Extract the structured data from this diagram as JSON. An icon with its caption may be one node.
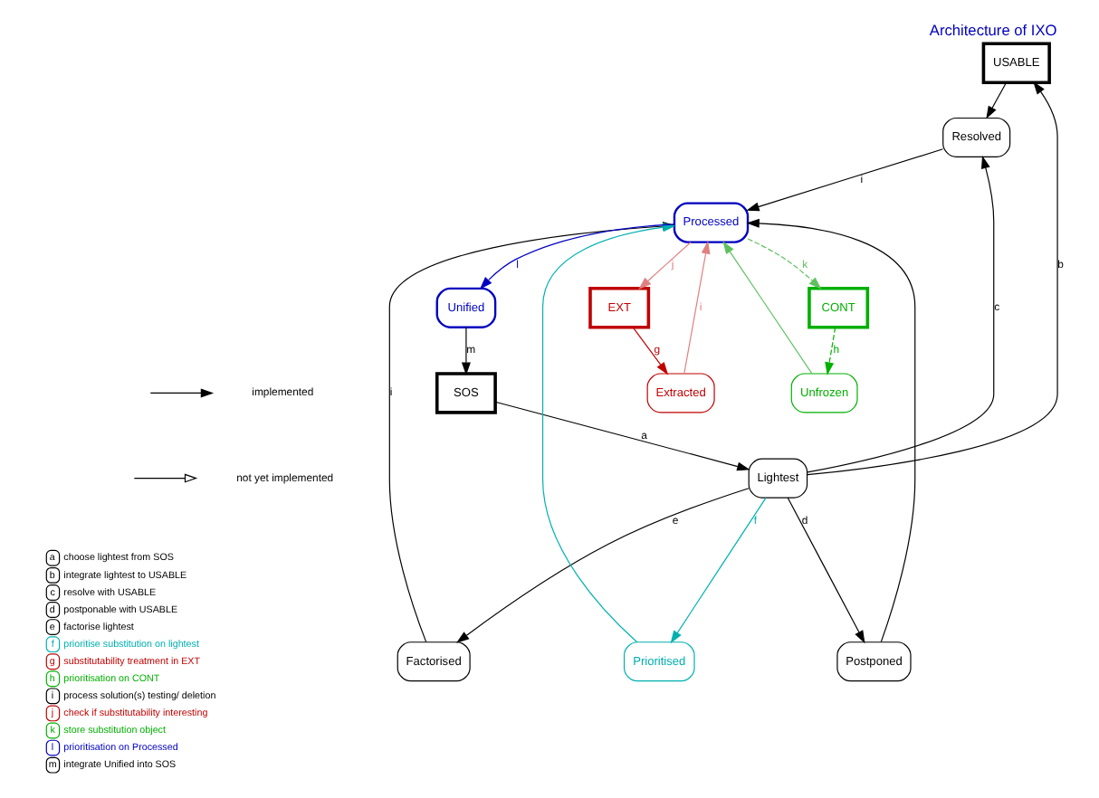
{
  "diagram": {
    "title": "Architecture of IXO",
    "nodes": [
      {
        "text": [
          "USABLE"
        ]
      },
      {
        "text": [
          "SOS"
        ]
      },
      {
        "text": [
          "Lightest"
        ]
      },
      {
        "text": [
          "Resolved"
        ]
      },
      {
        "text": [
          "Postponed"
        ]
      },
      {
        "text": [
          "Factorised"
        ]
      },
      {
        "text": [
          "Prioritised"
        ]
      },
      {
        "text": [
          "Processed"
        ]
      },
      {
        "text": [
          "Unified"
        ]
      },
      {
        "text": [
          "Extracted"
        ]
      },
      {
        "text": [
          "Unfrozen"
        ]
      },
      {
        "text": [
          "EXT"
        ]
      },
      {
        "text": [
          "CONT"
        ]
      }
    ],
    "edges": [
      {
        "from": 1,
        "to": 2,
        "arrow": "to",
        "label": "a"
      },
      {
        "from": 2,
        "to": 0,
        "arrow": "to",
        "label": "b"
      },
      {
        "from": 2,
        "to": 3,
        "arrow": "to",
        "label": "c"
      },
      {
        "from": 0,
        "to": 3,
        "arrow": "to"
      },
      {
        "from": 2,
        "to": 4,
        "arrow": "to",
        "label": "d"
      },
      {
        "from": 2,
        "to": 5,
        "arrow": "to",
        "label": "e"
      },
      {
        "from": 2,
        "to": 6,
        "arrow": "to",
        "label": "f",
        "color": "#00b0b0"
      },
      {
        "from": 3,
        "to": 7,
        "arrow": "to",
        "label": "i"
      },
      {
        "from": 4,
        "to": 7,
        "arrow": "to"
      },
      {
        "from": 5,
        "to": 7,
        "arrow": "to",
        "label": "i"
      },
      {
        "from": 6,
        "to": 7,
        "arrow": "to",
        "color": "#00b0b0"
      },
      {
        "from": 9,
        "to": 7,
        "arrow": "to",
        "label": "i",
        "color": "#e08080"
      },
      {
        "from": 10,
        "to": 7,
        "arrow": "to",
        "color": "#60c060"
      },
      {
        "from": 11,
        "to": 9,
        "arrow": "to",
        "label": "g",
        "color": "#c00000"
      },
      {
        "from": 7,
        "to": 11,
        "arrow": "to",
        "label": "j",
        "color": "#e08080"
      },
      {
        "from": 7,
        "to": 8,
        "arrow": "to",
        "label": "l",
        "color": "#0000c0"
      },
      {
        "from": 7,
        "to": 12,
        "arrow": "to",
        "label": "k",
        "style": "dashed",
        "color": "#60c060"
      },
      {
        "from": 12,
        "to": 10,
        "arrow": "to",
        "label": "h",
        "style": "dashed",
        "color": "#00b000"
      },
      {
        "from": 8,
        "to": 1,
        "arrow": "to",
        "label": "m"
      }
    ],
    "labels": [
      "a",
      "b",
      "c",
      "d",
      "e",
      "f",
      "g",
      "h",
      "i",
      "j",
      "k",
      "l",
      "m"
    ],
    "legend": [
      {
        "text": "implemented"
      },
      {
        "text": "not yet implemented"
      },
      {
        "text": "choose lightest from SOS",
        "color": "#000000"
      },
      {
        "text": "integrate lightest to USABLE",
        "color": "#000000"
      },
      {
        "text": "resolve with USABLE",
        "color": "#000000"
      },
      {
        "text": "postponable with USABLE",
        "color": "#000000"
      },
      {
        "text": "factorise lightest",
        "color": "#000000"
      },
      {
        "text": "prioritise substitution on lightest",
        "color": "#00b0b0"
      },
      {
        "text": "substitutability treatment in EXT",
        "color": "#c00000"
      },
      {
        "text": "prioritisation on CONT",
        "color": "#00b000"
      },
      {
        "text": "process solution(s) testing/ deletion",
        "color": "#000000"
      },
      {
        "text": "check if substitutability interesting",
        "color": "#c00000"
      },
      {
        "text": "store substitution object",
        "color": "#00b000"
      },
      {
        "text": "prioritisation on Processed",
        "color": "#0000c0"
      },
      {
        "text": "integrate Unified into SOS",
        "color": "#000000"
      }
    ]
  }
}
